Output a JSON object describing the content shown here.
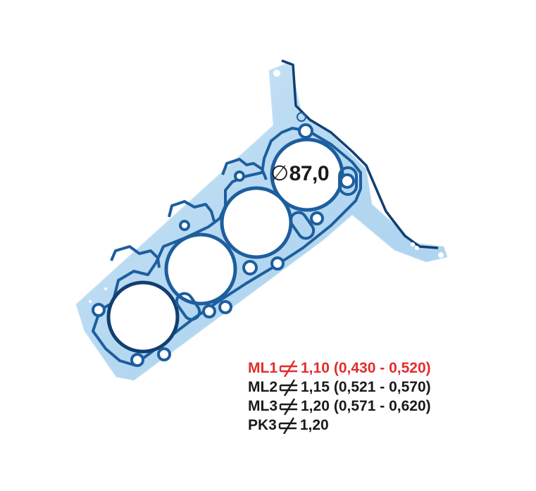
{
  "diagram": {
    "subject": "cylinder head gasket, 4 bores",
    "colors": {
      "gasket_fill": "#bcdcf2",
      "bead": "#1d5e9e",
      "bead_dark": "#123f72",
      "background": "#ffffff",
      "highlight": "#e52b2b",
      "text": "#1a1a1a"
    },
    "bore_label": {
      "symbol": "∅",
      "value": "87,0"
    },
    "specs": [
      {
        "code": "ML1",
        "icon": "thickness-symbol-icon",
        "thickness": "1,10",
        "range": "(0,430 - 0,520)",
        "highlighted": true
      },
      {
        "code": "ML2",
        "icon": "thickness-symbol-icon",
        "thickness": "1,15",
        "range": "(0,521 - 0,570)",
        "highlighted": false
      },
      {
        "code": "ML3",
        "icon": "thickness-symbol-icon",
        "thickness": "1,20",
        "range": "(0,571 - 0,620)",
        "highlighted": false
      },
      {
        "code": "PK3",
        "icon": "thickness-symbol-icon",
        "thickness": "1,20",
        "range": "",
        "highlighted": false
      }
    ]
  }
}
